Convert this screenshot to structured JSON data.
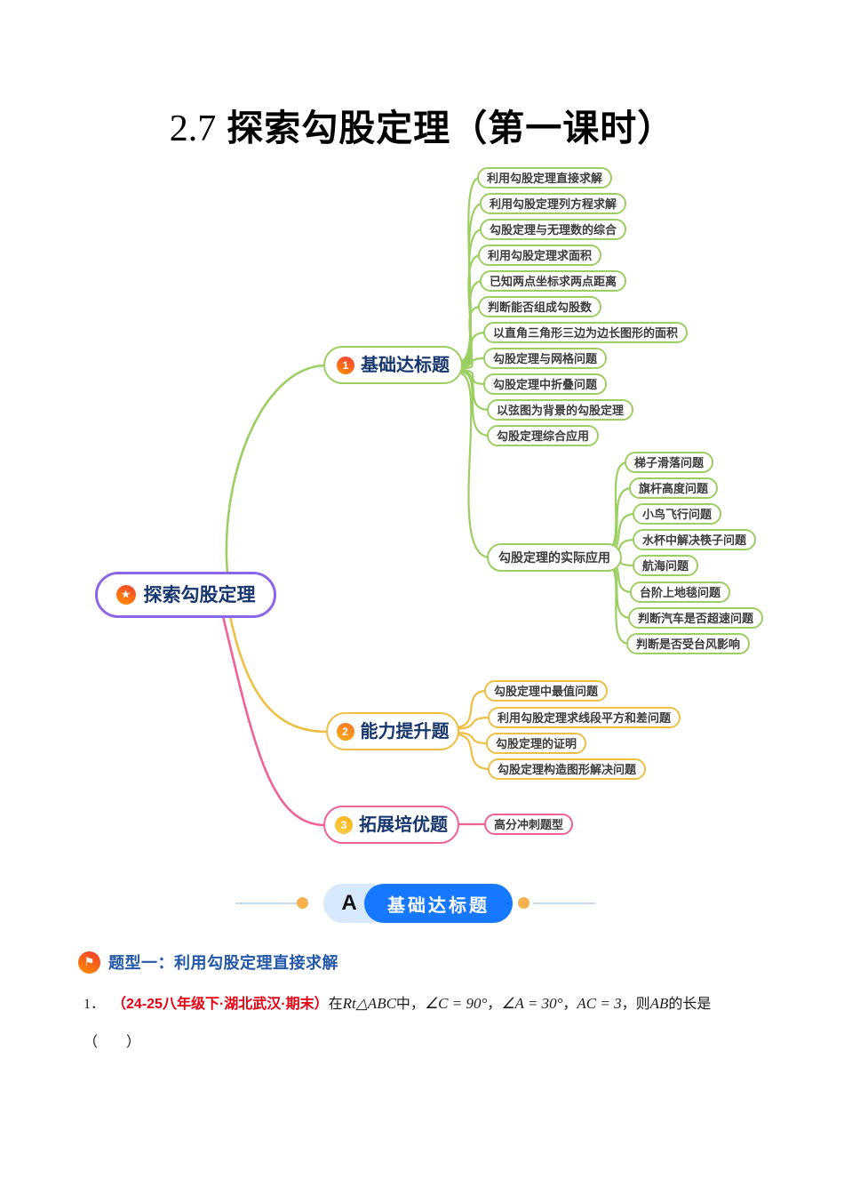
{
  "title": {
    "num": "2.7",
    "text": "探索勾股定理（第一课时）"
  },
  "colors": {
    "green": "#9ccf62",
    "yellow": "#efbf45",
    "pink": "#ef6292",
    "purple": "#8a66e9",
    "navy_text": "#16366d",
    "banner_blue": "#1677ff",
    "banner_light_blue": "#d8e8fd",
    "dot_orange": "#f6b14e",
    "topic_blue": "#2357a8",
    "source_red": "#e60012"
  },
  "icons": {
    "root_star": "★",
    "topic_flag": "⚑"
  },
  "mindmap": {
    "root_label": "探索勾股定理",
    "branch1": {
      "num": "1",
      "label": "基础达标题",
      "leaves": [
        "利用勾股定理直接求解",
        "利用勾股定理列方程求解",
        "勾股定理与无理数的综合",
        "利用勾股定理求面积",
        "已知两点坐标求两点距离",
        "判断能否组成勾股数",
        "以直角三角形三边为边长图形的面积",
        "勾股定理与网格问题",
        "勾股定理中折叠问题",
        "以弦图为背景的勾股定理",
        "勾股定理综合应用"
      ],
      "sub": {
        "label": "勾股定理的实际应用",
        "leaves": [
          "梯子滑落问题",
          "旗杆高度问题",
          "小鸟飞行问题",
          "水杯中解决筷子问题",
          "航海问题",
          "台阶上地毯问题",
          "判断汽车是否超速问题",
          "判断是否受台风影响"
        ]
      }
    },
    "branch2": {
      "num": "2",
      "label": "能力提升题",
      "leaves": [
        "勾股定理中最值问题",
        "利用勾股定理求线段平方和差问题",
        "勾股定理的证明",
        "勾股定理构造图形解决问题"
      ]
    },
    "branch3": {
      "num": "3",
      "label": "拓展培优题",
      "leaves": [
        "高分冲刺题型"
      ]
    }
  },
  "section_banner": {
    "letter": "A",
    "label": "基础达标题"
  },
  "topic_header": {
    "label": "题型一：利用勾股定理直接求解"
  },
  "question1": {
    "number": "1．",
    "source": "（24-25八年级下·湖北武汉·期末）",
    "seg_pre": "在",
    "math_1": "Rt△ABC",
    "seg_1": "中，",
    "math_2": "∠C = 90°",
    "seg_2": "，",
    "math_3": "∠A = 30°",
    "seg_3": "，",
    "math_4": "AC = 3",
    "seg_4": "，则",
    "math_5": "AB",
    "seg_5": "的长是",
    "blank": "（　　）"
  }
}
